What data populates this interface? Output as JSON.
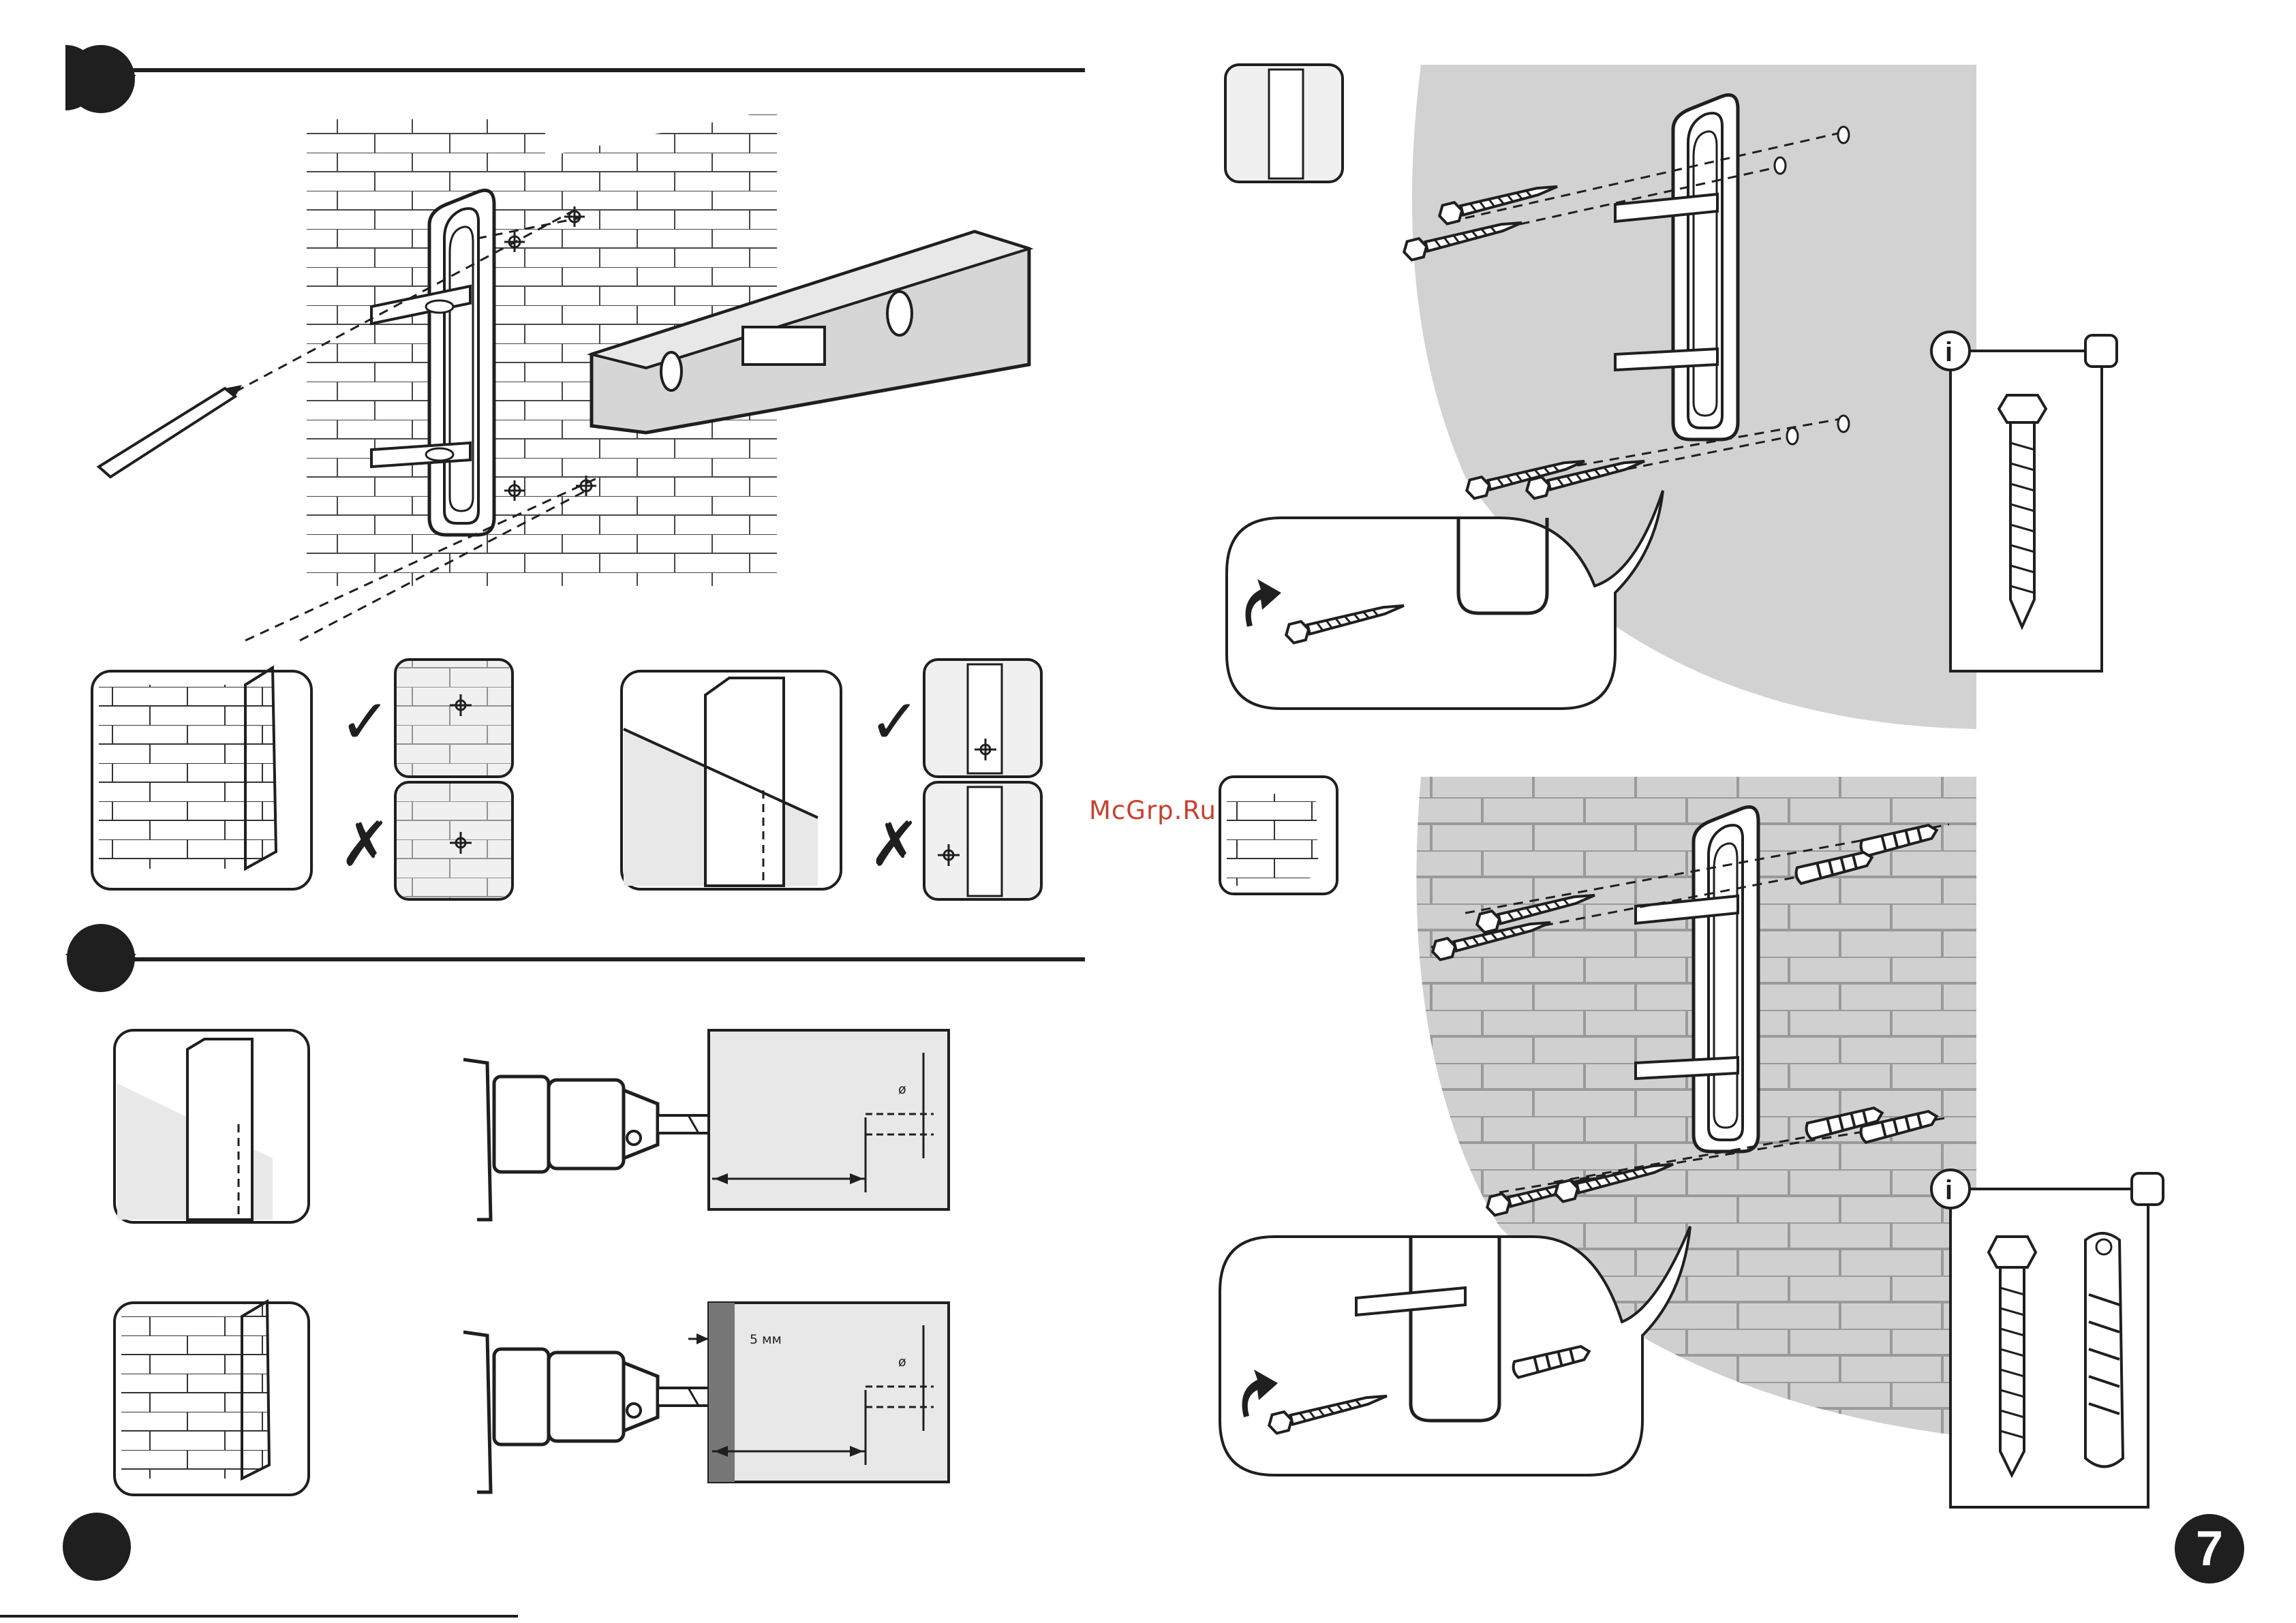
{
  "page": {
    "number": "7"
  },
  "watermark": {
    "text": "McGrp.Ru"
  },
  "drill": {
    "offset_label": "5 мм",
    "diameter_symbol": "ø"
  },
  "check_marks": {
    "ok": "✓",
    "no": "✗"
  },
  "info": {
    "symbol": "i"
  },
  "colors": {
    "ink": "#1f1f1f",
    "wall": "#d2d2d2",
    "panel": "#e6e6e6",
    "watermark": "#c8402f"
  },
  "icons": [
    "step-bullet-icon",
    "pencil-icon",
    "spirit-level-icon",
    "bracket-icon",
    "brick-wall-icon",
    "drywall-icon",
    "drill-icon",
    "screw-icon",
    "dowel-icon",
    "rotate-arrow-icon",
    "info-icon"
  ]
}
